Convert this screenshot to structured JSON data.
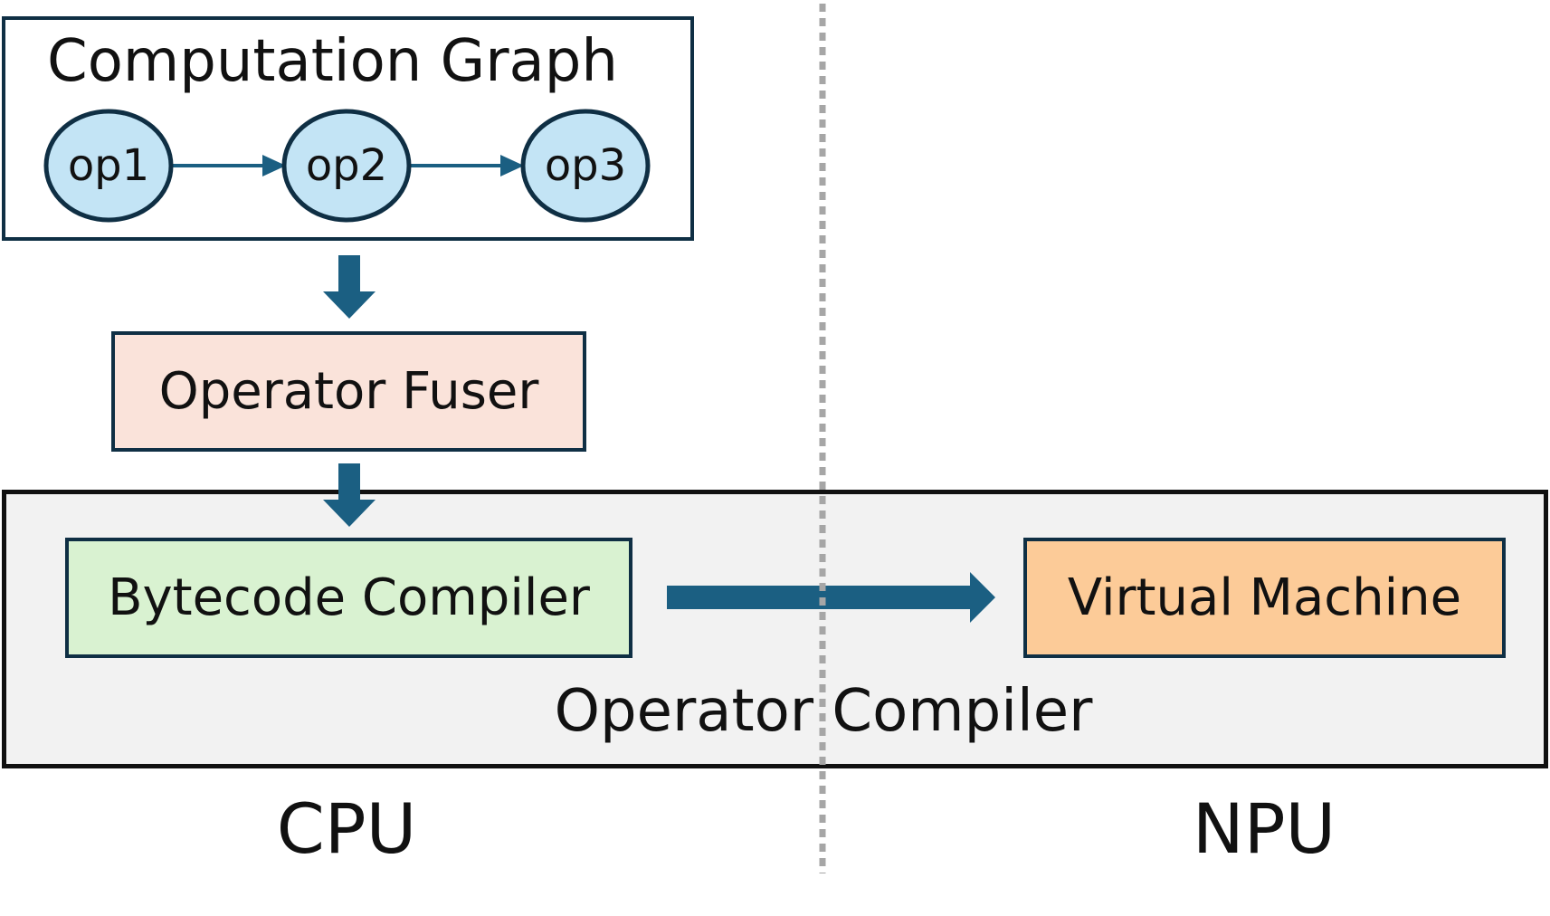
{
  "graph": {
    "title": "Computation Graph",
    "ops": [
      "op1",
      "op2",
      "op3"
    ]
  },
  "fuser": {
    "label": "Operator Fuser"
  },
  "operator_compiler": {
    "label": "Operator Compiler",
    "bytecode_compiler": "Bytecode Compiler",
    "virtual_machine": "Virtual Machine"
  },
  "regions": {
    "left": "CPU",
    "right": "NPU"
  },
  "colors": {
    "border": "#0f2f44",
    "arrow": "#1b5f82",
    "op_fill": "#c3e4f5",
    "fuser_fill": "#fae3da",
    "bytecode_fill": "#d9f2d1",
    "vm_fill": "#fccb98",
    "compiler_bg": "#f2f2f2",
    "divider": "#a6a6a6"
  },
  "icons": {
    "down_arrow": "down-arrow-icon",
    "right_arrow": "right-arrow-icon"
  }
}
